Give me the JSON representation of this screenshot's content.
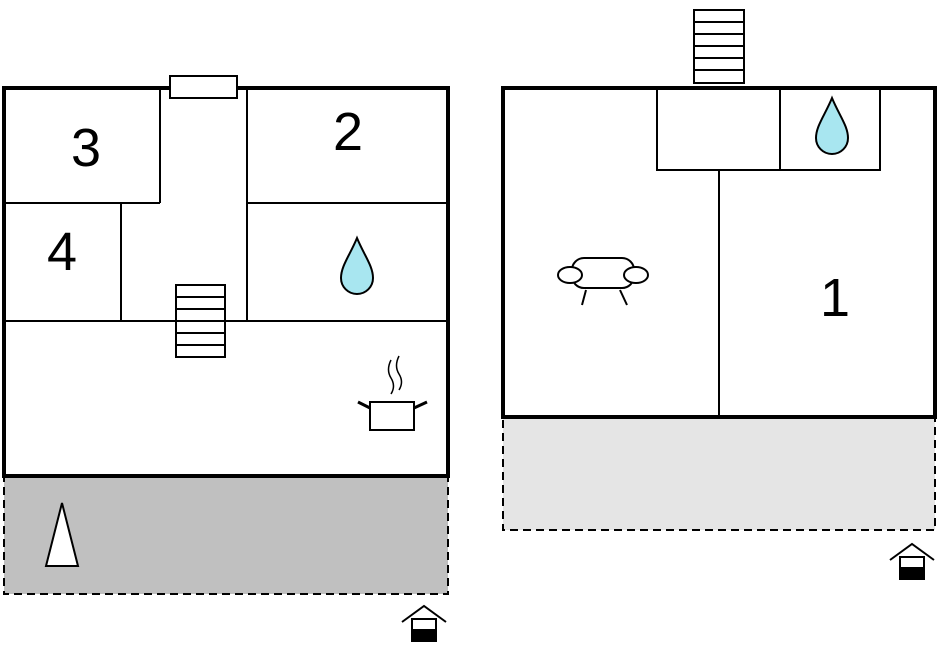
{
  "floors": [
    {
      "rooms": [
        {
          "label": "3"
        },
        {
          "label": "2"
        },
        {
          "label": "4"
        }
      ],
      "icons": [
        "stairs-icon",
        "water-drop-icon",
        "cooking-pot-icon",
        "parasol-icon",
        "entrance-icon"
      ],
      "outdoor_area_color": "#c0c0c0"
    },
    {
      "rooms": [
        {
          "label": "1"
        }
      ],
      "icons": [
        "stairs-icon",
        "water-drop-icon",
        "sofa-icon",
        "entrance-icon"
      ],
      "outdoor_area_color": "#e5e5e5"
    }
  ],
  "colors": {
    "wall": "#000000",
    "water": "#a8e6f0",
    "background": "#ffffff"
  }
}
